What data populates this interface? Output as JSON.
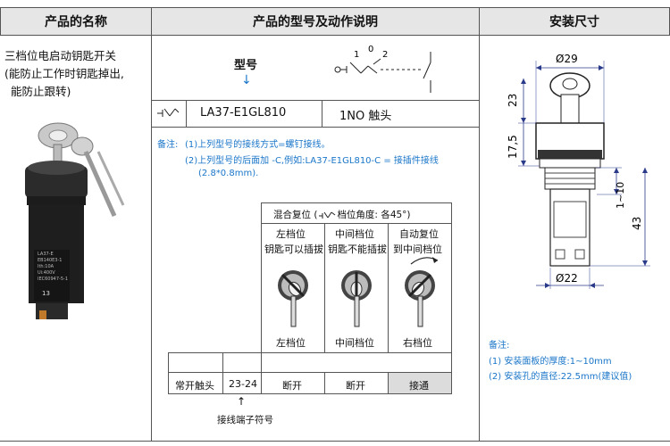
{
  "headers": {
    "name": "产品的名称",
    "model": "产品的型号及动作说明",
    "install": "安装尺寸"
  },
  "product_desc": {
    "line1": "三档位电启动钥匙开关",
    "line2": "(能防止工作时钥匙掉出,",
    "line3": "能防止跟转)",
    "label_lines": [
      "LA37-E",
      "EB140E3-1",
      "Ith:10A",
      "Ui:400V",
      "IEC60947-5-1"
    ],
    "terminal_label": "13"
  },
  "model_section": {
    "model_label": "型号",
    "diagram_labels": [
      "1",
      "0",
      "2"
    ],
    "model_number": "LA37-E1GL810",
    "contact": "1NO 触头"
  },
  "notes": {
    "title": "备注:",
    "note1": "(1)上列型号的接线方式=螺钉接线。",
    "note2": "(2)上列型号的后面加 -C,例如:LA37-E1GL810-C = 接插件接线",
    "note3": "(2.8*0.8mm)."
  },
  "positions_table": {
    "header": "混合复位 (",
    "header_suffix": "档位角度: 各45°)",
    "col1_title": "左档位",
    "col1_sub": "钥匙可以插拔",
    "col2_title": "中间档位",
    "col2_sub": "钥匙不能插拔",
    "col3_title": "自动复位",
    "col3_sub": "到中间档位",
    "bottom_labels": [
      "左档位",
      "中间档位",
      "右档位"
    ]
  },
  "contact_row": {
    "label": "常开触头",
    "terminal": "23-24",
    "states": [
      "断开",
      "断开",
      "接通"
    ],
    "terminal_caption": "接线端子符号"
  },
  "dimensions": {
    "top_dia": "Ø29",
    "dim_23": "23",
    "dim_17_5": "17,5",
    "dim_1_10": "1~10",
    "dim_43": "43",
    "bottom_dia": "Ø22"
  },
  "install_notes": {
    "title": "备注:",
    "note1": "(1) 安装面板的厚度:1~10mm",
    "note2": "(2) 安装孔的直径:22.5mm(建议值)"
  },
  "colors": {
    "note_blue": "#1a76c9",
    "header_bg": "#e6e6e6",
    "highlight_cell": "#dcdcdc",
    "dim_line": "#2a3a8a"
  }
}
